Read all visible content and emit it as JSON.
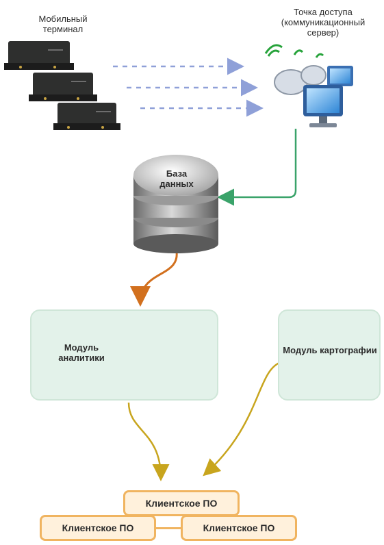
{
  "labels": {
    "mobile_terminal": "Мобильный терминал",
    "access_point": "Точка доступа (коммуникационный сервер)",
    "database": "База данных",
    "analytics_module": "Модуль аналитики",
    "cartography_module": "Модуль картографии"
  },
  "clients": [
    "Клиентское ПО",
    "Клиентское ПО",
    "Клиентское ПО"
  ],
  "colors": {
    "dashed_arrow": "#8fa0d8",
    "green_arrow": "#3aa36a",
    "orange_arrow": "#d2701e",
    "gold_arrow": "#c8a51e",
    "module_fill": "#e3f2ea",
    "client_fill": "#fff1dc",
    "client_border": "#f0b460"
  }
}
